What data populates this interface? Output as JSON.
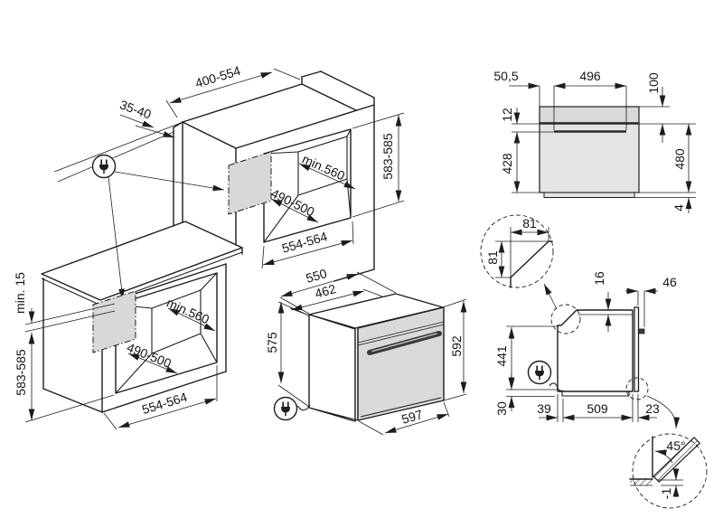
{
  "diagram_title": "Built-in oven installation diagram",
  "colors": {
    "line": "#1d1d1d",
    "socket_zone_gray": "#d8d8d8",
    "oven_door_gray": "#d9d9d9",
    "oven_body_gray": "#e4e4e4",
    "handle_dark": "#3a3a3a"
  },
  "upper_cabinet": {
    "top_recess_width": "400-554",
    "wall_gap": "35-40",
    "niche_depth": "min.560",
    "niche_floor": "490-500",
    "niche_height": "583-585",
    "niche_width": "554-564"
  },
  "base_cabinet": {
    "worktop_clearance": "min. 15",
    "niche_height": "583-585",
    "niche_depth": "min.560",
    "niche_floor": "490-500",
    "niche_width": "554-564"
  },
  "oven": {
    "depth_total": "550",
    "depth_body": "462",
    "height_side": "575",
    "height_front": "592",
    "width": "597"
  },
  "front_view": {
    "side_offset": "50,5",
    "handle_length": "496",
    "panel_height": "100",
    "handle_gap": "12",
    "door_height": "428",
    "front_height": "480",
    "bottom_trim": "4"
  },
  "corner_detail": {
    "chamfer_width": "81",
    "chamfer_height": "81"
  },
  "side_view": {
    "top_recess": "16",
    "handle_depth": "46",
    "case_height": "441",
    "base_recess": "30",
    "rear_gap": "39",
    "case_depth": "509",
    "door_front": "23"
  },
  "door_detail": {
    "open_angle": "45°",
    "clearance": "-1"
  },
  "icons": [
    {
      "name": "power-plug-icon",
      "meaning": "mains connection position"
    }
  ]
}
